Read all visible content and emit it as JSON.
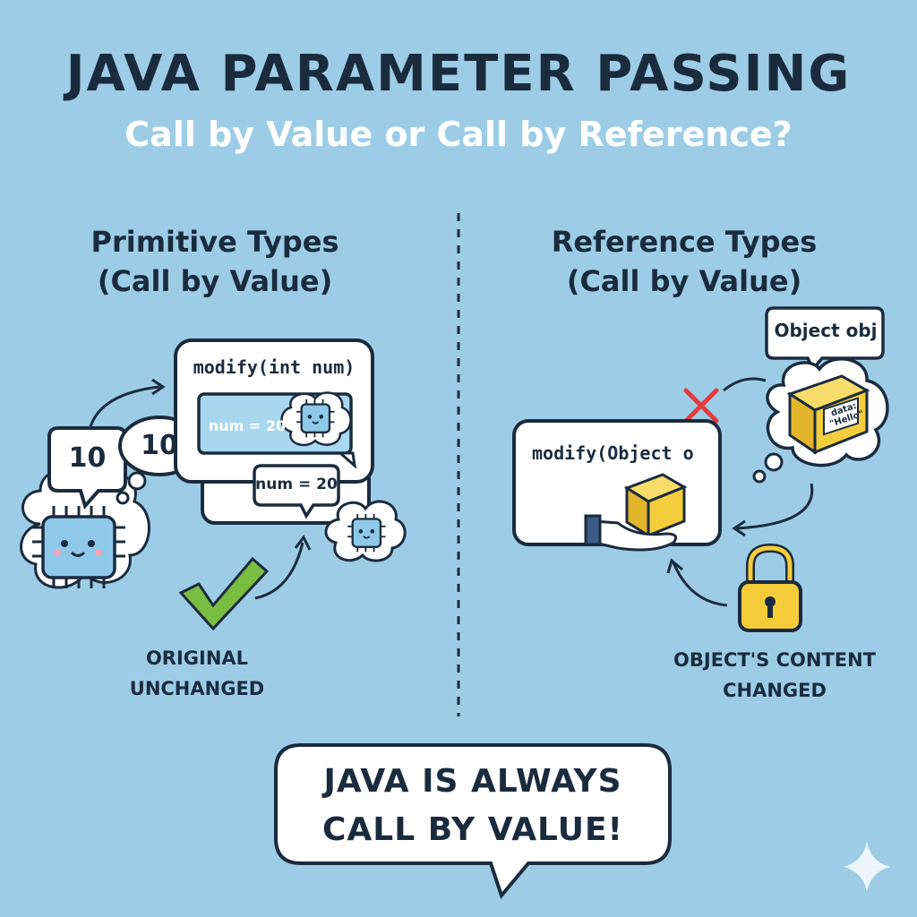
{
  "header": {
    "title": "JAVA PARAMETER PASSING",
    "subtitle": "Call by Value or Call by Reference?"
  },
  "left": {
    "heading_line1": "Primitive Types",
    "heading_line2": "(Call by Value)",
    "original_value": "10",
    "copy_value": "10",
    "method_signature": "modify(int num)",
    "inner_assignment": "num = 20",
    "copy_assignment": "num = 20",
    "caption_line1": "ORIGINAL",
    "caption_line2": "UNCHANGED"
  },
  "right": {
    "heading_line1": "Reference Types",
    "heading_line2": "(Call by Value)",
    "object_label": "Object obj",
    "method_signature": "modify(Object o",
    "box_label_top": "data:",
    "box_label_bottom": "\"Hello\"",
    "caption_line1": "OBJECT'S CONTENT",
    "caption_line2": "CHANGED"
  },
  "footer": {
    "line1": "JAVA IS ALWAYS",
    "line2": "CALL BY VALUE!"
  },
  "colors": {
    "background": "#9dcde6",
    "ink": "#1b2b3e",
    "chip": "#8ec9ea",
    "check": "#79bd43",
    "cross": "#e53b3b",
    "box": "#f3cd3c",
    "lock": "#f4cc3a"
  }
}
